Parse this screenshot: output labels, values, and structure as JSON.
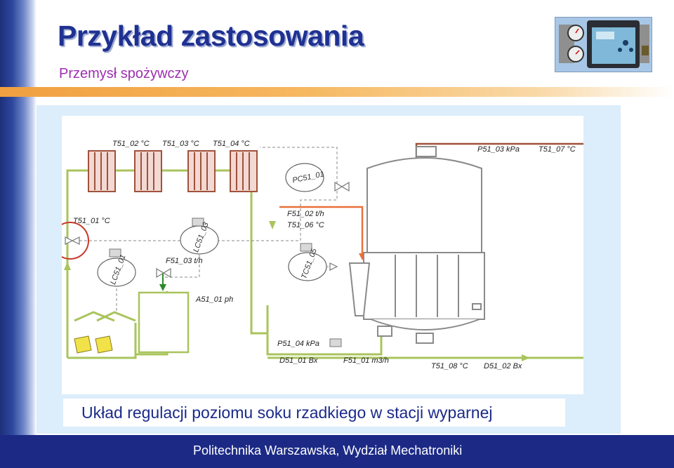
{
  "header": {
    "title": "Przykład zastosowania",
    "subtitle": "Przemysł spożywczy"
  },
  "diagram": {
    "labels": {
      "t51_02": "T51_02 °C",
      "t51_03": "T51_03 °C",
      "t51_04": "T51_04 °C",
      "t51_01": "T51_01 °C",
      "p51_03": "P51_03 kPa",
      "t51_07": "T51_07 °C",
      "f51_02": "F51_02 t/h",
      "t51_06": "T51_06 °C",
      "f51_03": "F51_03 t/h",
      "a51_01": "A51_01 ph",
      "p51_04": "P51_04 kPa",
      "d51_01": "D51_01 Bx",
      "f51_01": "F51_01 m3/h",
      "t51_08": "T51_08 °C",
      "d51_02": "D51_02 Bx"
    },
    "controllers": {
      "pc51_01": "PC51_01",
      "lc51_03": "LC51_03",
      "lc51_01": "LC51_01",
      "tc51_05": "TC51_05"
    },
    "colors": {
      "green_pipe": "#a9c45c",
      "orange_pipe": "#e9703a",
      "brown_pipe": "#a0523a",
      "highlight_circle": "#c83a2a"
    }
  },
  "caption": "Układ regulacji poziomu soku rzadkiego w stacji wyparnej",
  "footer": "Politechnika Warszawska, Wydział Mechatroniki"
}
